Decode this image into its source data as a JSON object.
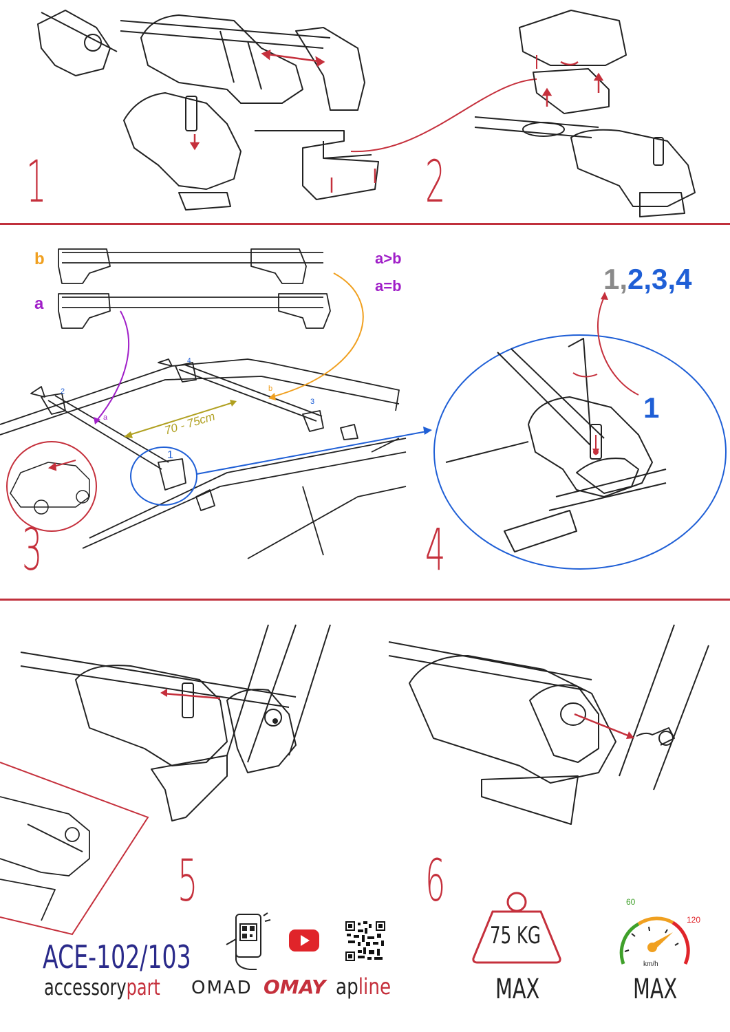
{
  "colors": {
    "step_red": "#c5303c",
    "divider_red": "#c0303c",
    "purple": "#a01fc8",
    "orange": "#f0a020",
    "blue": "#1f5fd6",
    "olive": "#b0a020",
    "gray": "#8a8a8a",
    "navy": "#2a2a8a",
    "line": "#222222"
  },
  "steps": {
    "s1": "1",
    "s2": "2",
    "s3": "3",
    "s4": "4",
    "s5": "5",
    "s6": "6"
  },
  "panel3": {
    "label_b": "b",
    "label_a": "a",
    "compare_gt": "a>b",
    "compare_eq": "a=b",
    "distance": "70 - 75cm",
    "foot_1": "1",
    "foot_2": "2",
    "foot_3": "3",
    "foot_4": "4",
    "mark_a": "a",
    "mark_b": "b"
  },
  "panel4": {
    "sequence_gray": "1,",
    "sequence_blue": "2,3,4",
    "callout": "1"
  },
  "footer": {
    "model": "ACE-102/103",
    "brand_accessory_dark": "accessory",
    "brand_accessory_red": "part",
    "brand_omad": "OMAD",
    "brand_omay": "OMAY",
    "brand_apline_dark": "ap",
    "brand_apline_red": "line",
    "weight_value": "75 KG",
    "weight_caption": "MAX",
    "speed_low": "60",
    "speed_high": "120",
    "speed_unit": "km/h",
    "speed_caption": "MAX"
  }
}
